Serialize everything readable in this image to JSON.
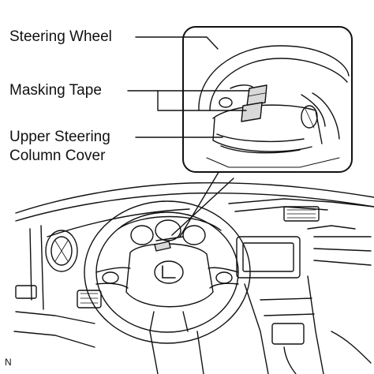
{
  "labels": {
    "steering_wheel": "Steering Wheel",
    "masking_tape": "Masking Tape",
    "upper_cover_line1": "Upper Steering",
    "upper_cover_line2": "Column Cover"
  },
  "figure_code": "N",
  "colors": {
    "line": "#111111",
    "background": "#ffffff",
    "tape_shade": "#d9d9d9"
  }
}
